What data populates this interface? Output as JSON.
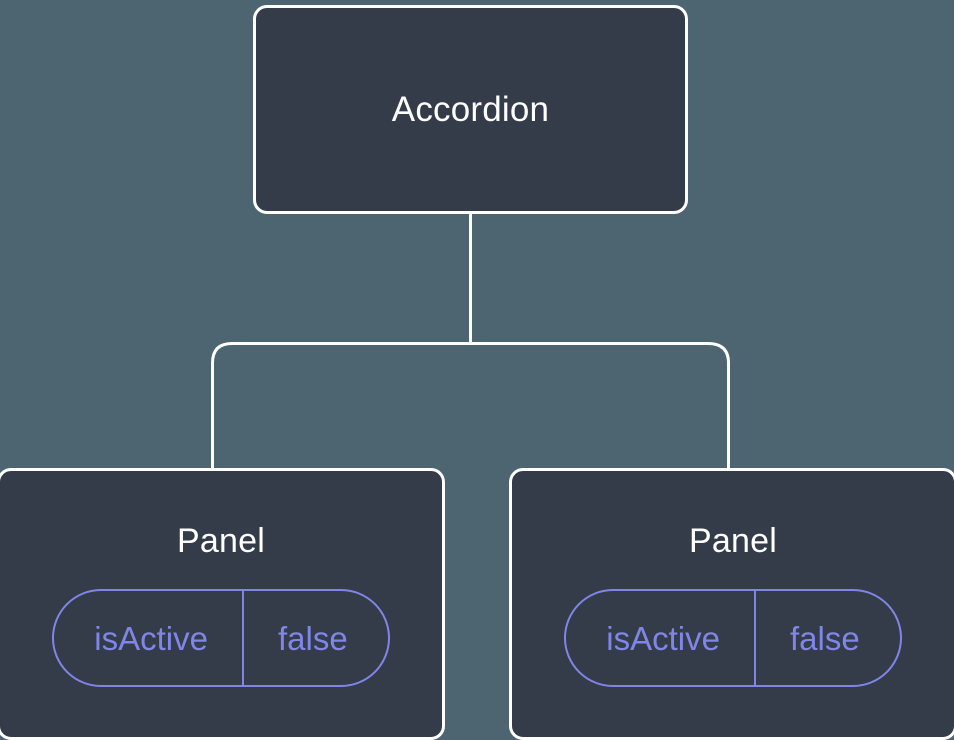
{
  "diagram": {
    "type": "component-tree",
    "background_color": "#4c6570",
    "node_fill_color": "#343b49",
    "node_border_color": "#ffffff",
    "accent_color": "#8086e8",
    "connector_color": "#ffffff",
    "root": {
      "label": "Accordion"
    },
    "children": [
      {
        "label": "Panel",
        "props": [
          {
            "key": "isActive",
            "value": "false"
          }
        ]
      },
      {
        "label": "Panel",
        "props": [
          {
            "key": "isActive",
            "value": "false"
          }
        ]
      }
    ]
  }
}
